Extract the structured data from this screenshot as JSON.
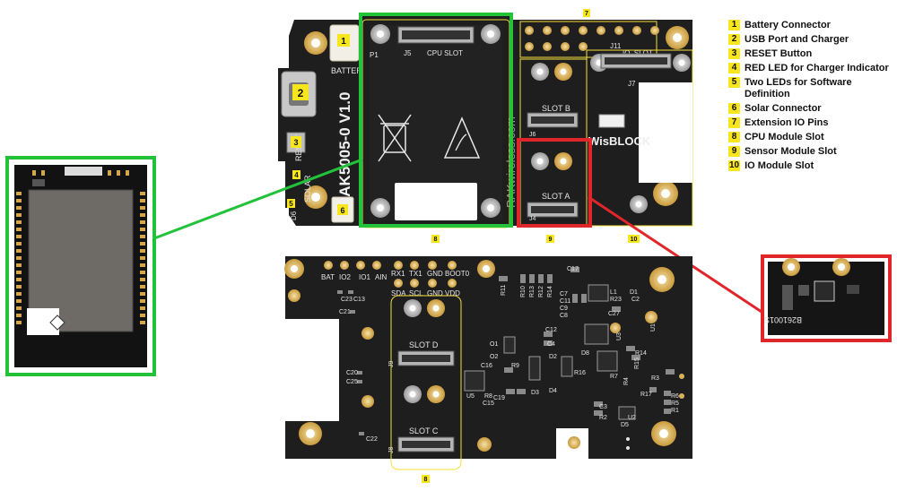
{
  "legend": [
    {
      "num": "1",
      "label": "Battery Connector"
    },
    {
      "num": "2",
      "label": "USB Port and Charger"
    },
    {
      "num": "3",
      "label": "RESET Button"
    },
    {
      "num": "4",
      "label": "RED LED for Charger Indicator"
    },
    {
      "num": "5",
      "label": "Two LEDs for Software Definition"
    },
    {
      "num": "6",
      "label": "Solar Connector"
    },
    {
      "num": "7",
      "label": "Extension IO Pins"
    },
    {
      "num": "8",
      "label": "CPU Module Slot"
    },
    {
      "num": "9",
      "label": "Sensor Module Slot"
    },
    {
      "num": "10",
      "label": "IO Module Slot"
    }
  ],
  "top_board": {
    "model": "RAK5005-0 V1.0",
    "batt": "BATTERY",
    "reset": "RESET",
    "solar": "SOLAR",
    "p1": "P1",
    "j5": "J5",
    "cpu_slot": "CPU SLOT",
    "j11": "J11",
    "io_slot": "IO_SLOT",
    "j7": "J7",
    "slot_b": "SLOT B",
    "j6": "J6",
    "slot_a": "SLOT A",
    "j4": "J4",
    "wisblock": "WisBLOCK",
    "site": "RAKwireless.com",
    "d6": "D6",
    "badges": {
      "b1": "1",
      "b2": "2",
      "b3": "3",
      "b4": "4",
      "b5": "5",
      "b6": "6",
      "b7": "7",
      "b8": "8",
      "b9": "9",
      "b10": "10"
    }
  },
  "bottom_board": {
    "pins_top": [
      "BAT",
      "IO2",
      "IO1",
      "AIN",
      "RX1",
      "TX1",
      "GND",
      "BOOT0"
    ],
    "pins_bottom": [
      "SDA",
      "SCL",
      "GND",
      "VDD"
    ],
    "slot_d": "SLOT D",
    "j9": "J9",
    "slot_c": "SLOT C",
    "j8": "J8",
    "badge8": "8",
    "refs": [
      "R11",
      "R10",
      "R13",
      "R12",
      "R14",
      "C17",
      "C22",
      "C23",
      "C13",
      "C21",
      "C20",
      "C25",
      "C7",
      "C11",
      "C9",
      "C8",
      "C27",
      "C12",
      "C4",
      "C16",
      "C15",
      "C19",
      "R9",
      "R8",
      "R7",
      "R5",
      "R6",
      "R1",
      "R2",
      "R3",
      "R4",
      "R14",
      "R15",
      "R16",
      "R17",
      "R23",
      "L1",
      "D1",
      "D2",
      "D3",
      "D4",
      "D5",
      "D8",
      "U1",
      "U2",
      "U3",
      "U5",
      "O1",
      "O2",
      "C2",
      "C3"
    ]
  },
  "zoom_sensor": {
    "text": "B261001S"
  },
  "colors": {
    "board": "#1c1c1c",
    "gold": "#d8b35a",
    "green_box": "#22c23a",
    "red_box": "#e0262b",
    "yellow_outline": "#f5e03a",
    "badge": "#f7e61c"
  }
}
